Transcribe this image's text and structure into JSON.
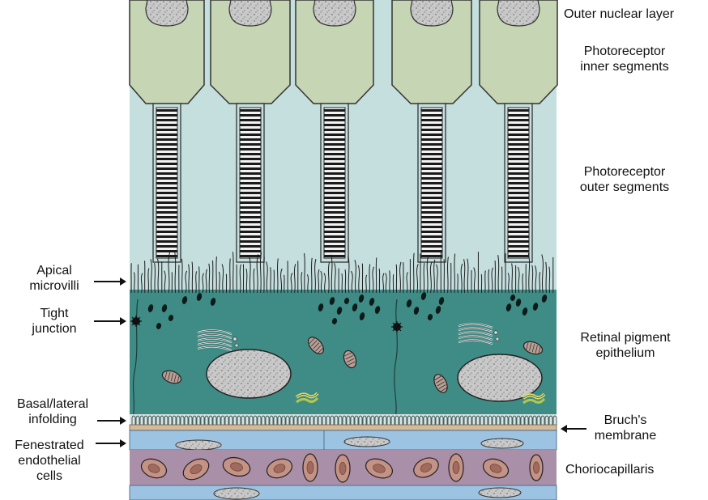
{
  "labels": {
    "outer_nuclear_layer": "Outer nuclear layer",
    "inner_segments": [
      "Photoreceptor",
      "inner segments"
    ],
    "outer_segments": [
      "Photoreceptor",
      "outer segments"
    ],
    "apical_microvilli": [
      "Apical",
      "microvilli"
    ],
    "tight_junction": [
      "Tight",
      "junction"
    ],
    "rpe": [
      "Retinal pigment",
      "epithelium"
    ],
    "basal_infolding": [
      "Basal/lateral",
      "infolding"
    ],
    "bruchs_membrane": [
      "Bruch's",
      "membrane"
    ],
    "fenestrated": [
      "Fenestrated",
      "endothelial",
      "cells"
    ],
    "choriocapillaris": "Choriocapillaris"
  },
  "colors": {
    "inner_segment": "#c6d5b4",
    "outer_segment_bg": "#c5dede",
    "rpe": "#3f8c86",
    "bruch": "#d6b995",
    "endothelium": "#9cc3e2",
    "choriocapillaris": "#a98fa8",
    "red_cell": "#c49386",
    "pigment": "#0c1a18",
    "nucleus": "#c2c2c2"
  }
}
